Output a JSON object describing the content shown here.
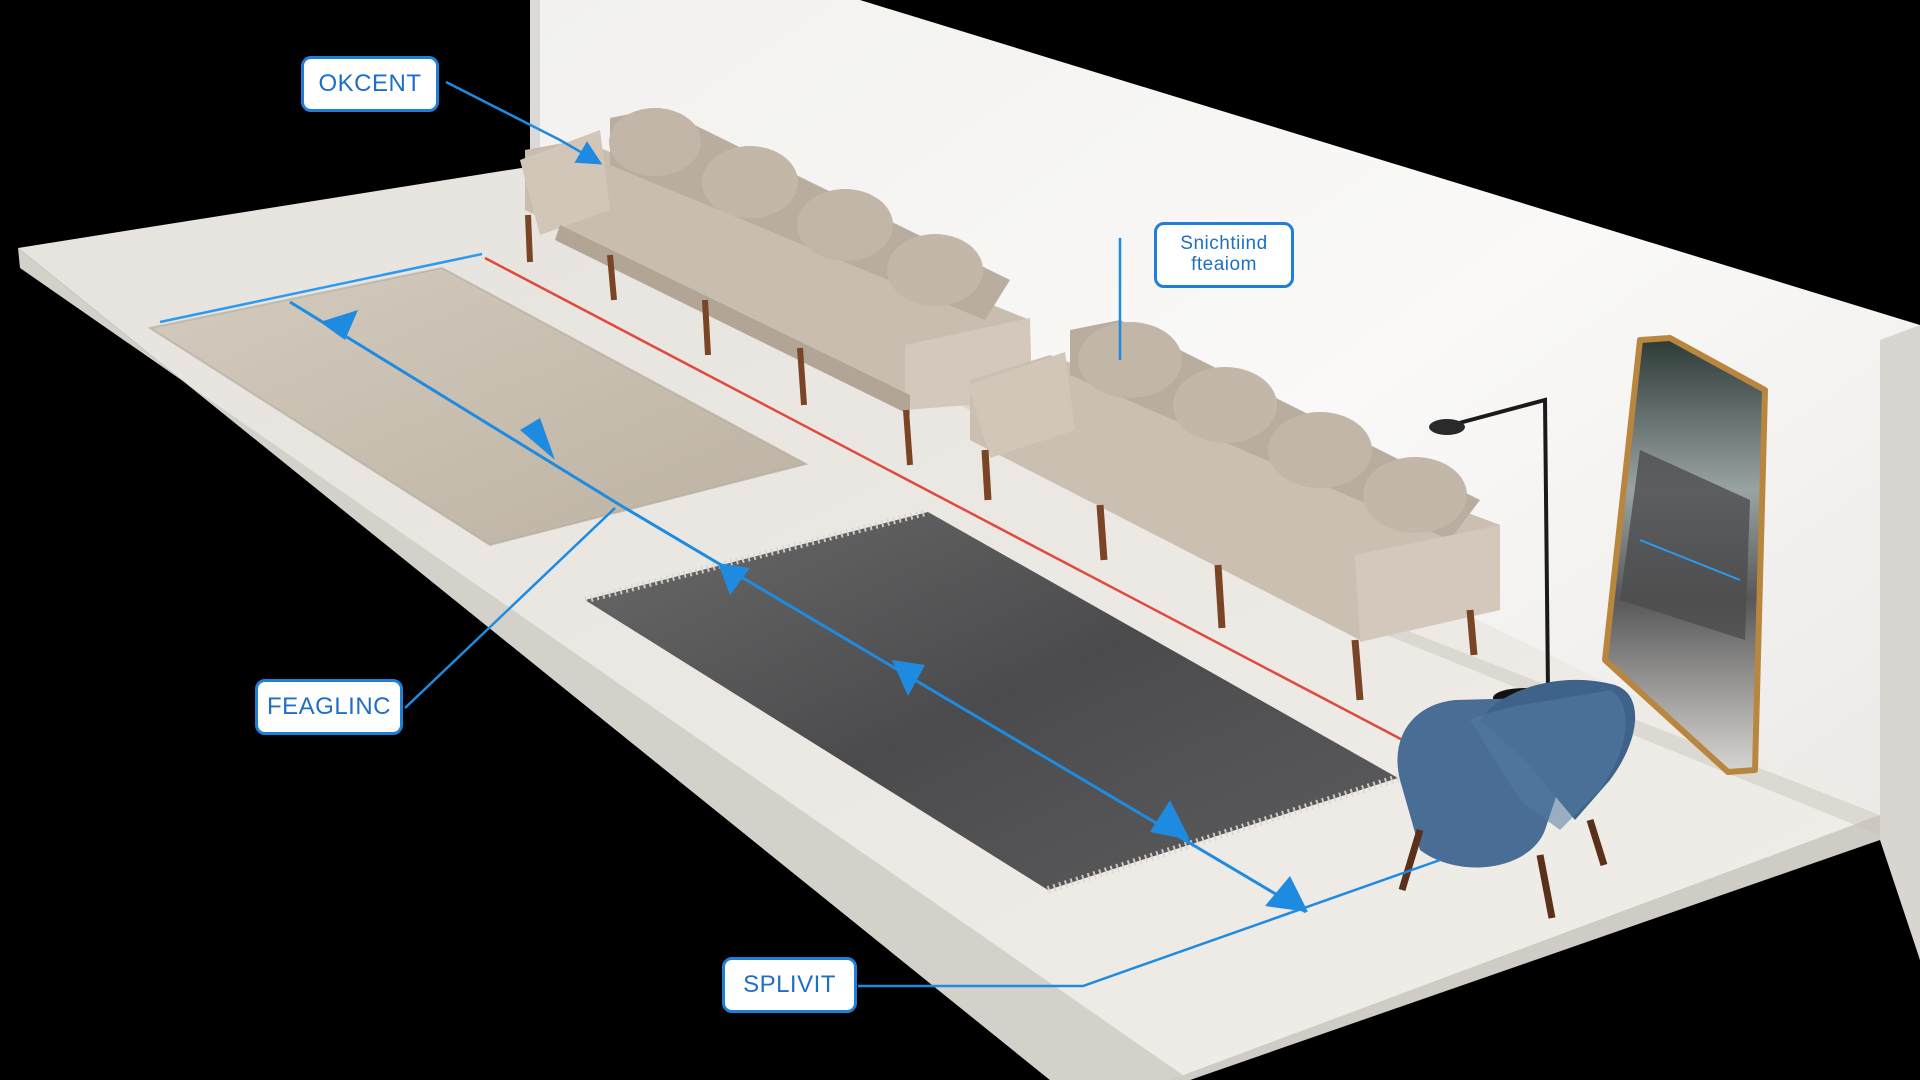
{
  "labels": {
    "top_left": "OKCENT",
    "top_right_line1": "Snichtiind",
    "top_right_line2": "fteaiom",
    "middle_left": "FEAGLINC",
    "bottom": "SPLIVIT"
  },
  "colors": {
    "background": "#000000",
    "annotation_blue": "#1f8be0",
    "guide_red": "#e0493e",
    "floor": "#ece9e4",
    "wall": "#f4f3f1",
    "sofa": "#cbbfb1",
    "armchair": "#4a6d95",
    "light_rug": "#c9bfb0",
    "dark_rug": "#5a5a5c",
    "wood": "#7a4526",
    "mirror_frame": "#b8863e"
  }
}
